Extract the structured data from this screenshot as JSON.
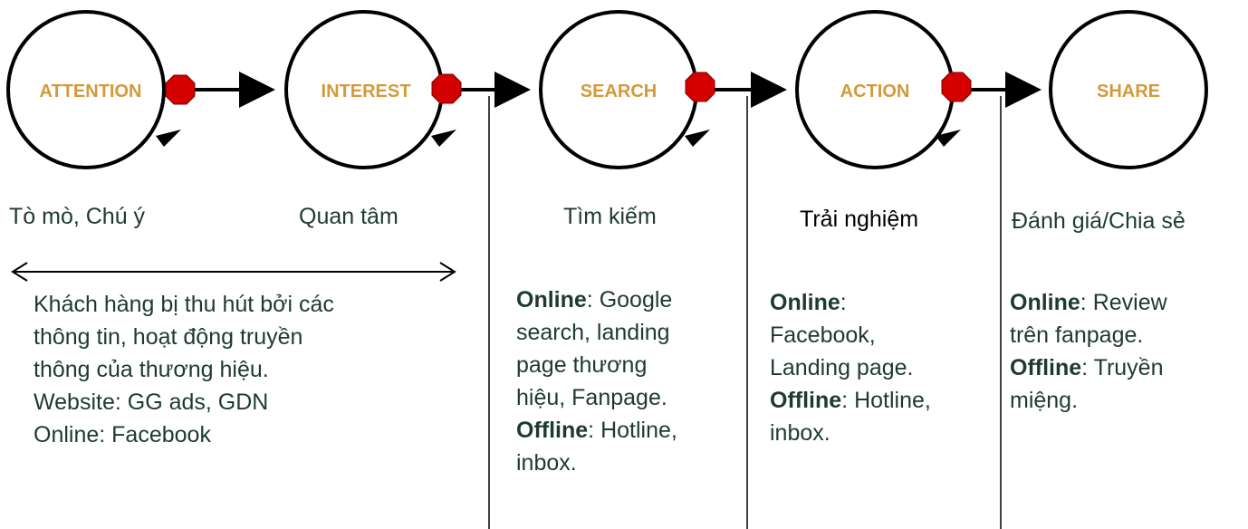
{
  "colors": {
    "stage_label": "#d39a3a",
    "text": "#1e3a2f",
    "stop_marker": "#d40000"
  },
  "stages": [
    {
      "label": "ATTENTION",
      "subtitle": "Tò mò, Chú ý"
    },
    {
      "label": "INTEREST",
      "subtitle": "Quan tâm"
    },
    {
      "label": "SEARCH",
      "subtitle": "Tìm kiếm"
    },
    {
      "label": "ACTION",
      "subtitle": "Trải nghiệm"
    },
    {
      "label": "SHARE",
      "subtitle": "Đánh giá/Chia sẻ"
    }
  ],
  "descriptions": {
    "attention_interest": {
      "lines": [
        "Khách hàng bị thu hút bởi các",
        "thông tin, hoạt động truyền",
        "thông của thương hiệu.",
        "Website: GG ads, GDN",
        "Online: Facebook"
      ]
    },
    "search": {
      "online_label": "Online",
      "online_text_1": ": Google",
      "online_text_2": "search, landing",
      "online_text_3": "page thương",
      "online_text_4": "hiệu, Fanpage.",
      "offline_label": "Offline",
      "offline_text_1": ": Hotline,",
      "offline_text_2": "inbox."
    },
    "action": {
      "online_label": "Online",
      "online_text_1": ":",
      "online_text_2": "Facebook,",
      "online_text_3": "Landing page.",
      "offline_label": "Offline",
      "offline_text_1": ": Hotline,",
      "offline_text_2": "inbox."
    },
    "share": {
      "online_label": "Online",
      "online_text_1": ": Review",
      "online_text_2": "trên fanpage.",
      "offline_label": "Offline",
      "offline_text_1": ": Truyền",
      "offline_text_2": "miệng."
    }
  }
}
